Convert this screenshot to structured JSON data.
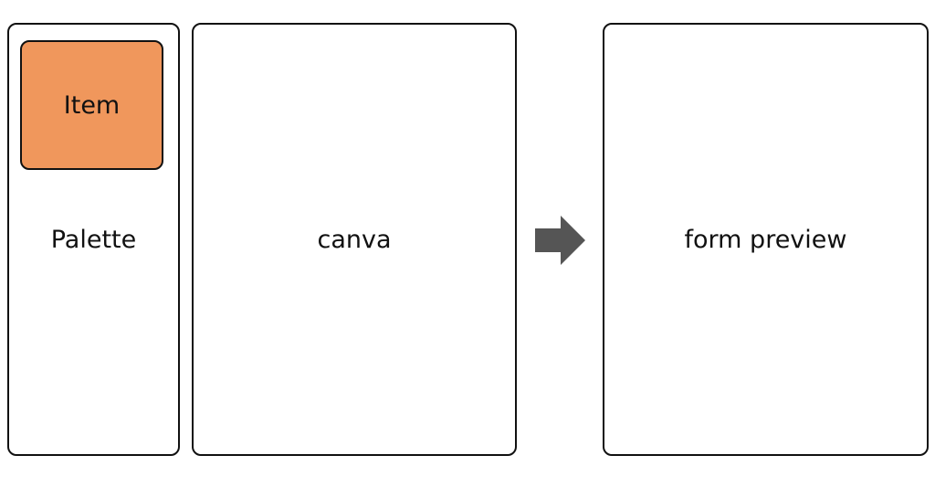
{
  "palette": {
    "label": "Palette",
    "item": "Item"
  },
  "canva": {
    "label": "canva"
  },
  "preview": {
    "label": "form preview"
  },
  "colors": {
    "item": "#f0975c",
    "arrow": "#555555"
  }
}
